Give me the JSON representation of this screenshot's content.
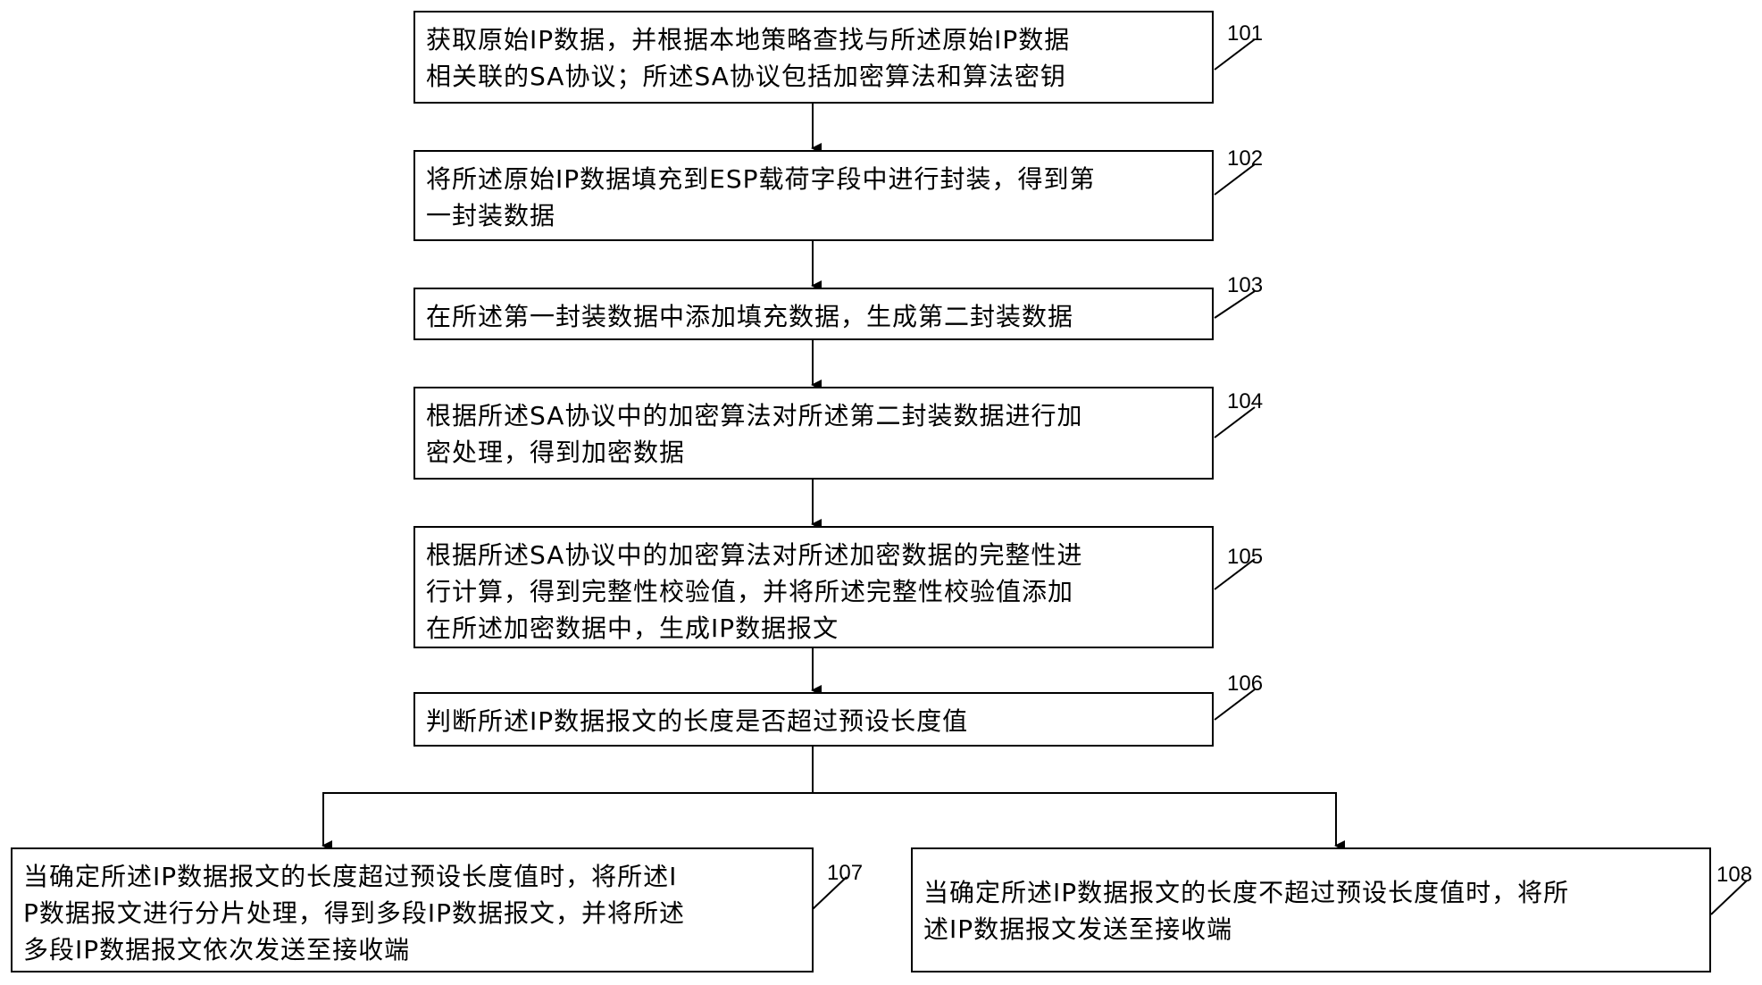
{
  "steps": [
    {
      "id": "101",
      "lines": [
        "获取原始IP数据，并根据本地策略查找与所述原始IP数据",
        "相关联的SA协议；所述SA协议包括加密算法和算法密钥"
      ]
    },
    {
      "id": "102",
      "lines": [
        "将所述原始IP数据填充到ESP载荷字段中进行封装，得到第",
        "一封装数据"
      ]
    },
    {
      "id": "103",
      "lines": [
        "在所述第一封装数据中添加填充数据，生成第二封装数据"
      ]
    },
    {
      "id": "104",
      "lines": [
        "根据所述SA协议中的加密算法对所述第二封装数据进行加",
        "密处理，得到加密数据"
      ]
    },
    {
      "id": "105",
      "lines": [
        "根据所述SA协议中的加密算法对所述加密数据的完整性进",
        "行计算，得到完整性校验值，并将所述完整性校验值添加",
        "在所述加密数据中，生成IP数据报文"
      ]
    },
    {
      "id": "106",
      "lines": [
        "判断所述IP数据报文的长度是否超过预设长度值"
      ]
    },
    {
      "id": "107",
      "lines": [
        "当确定所述IP数据报文的长度超过预设长度值时，将所述I",
        "P数据报文进行分片处理，得到多段IP数据报文，并将所述",
        "多段IP数据报文依次发送至接收端"
      ]
    },
    {
      "id": "108",
      "lines": [
        "当确定所述IP数据报文的长度不超过预设长度值时，将所",
        "述IP数据报文发送至接收端"
      ]
    }
  ]
}
